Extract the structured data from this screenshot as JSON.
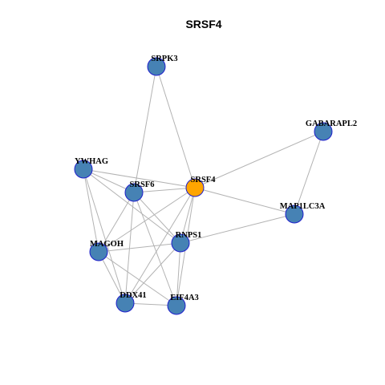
{
  "title": "SRSF4",
  "colors": {
    "node_fill": "#4682b4",
    "focus_fill": "#ffa500",
    "node_stroke": "#1f1fcc",
    "edge": "#b3b3b3"
  },
  "nodes": [
    {
      "id": "SRPK3",
      "label": "SRPK3",
      "focus": false
    },
    {
      "id": "GABARAPL2",
      "label": "GABARAPL2",
      "focus": false
    },
    {
      "id": "YWHAG",
      "label": "YWHAG",
      "focus": false
    },
    {
      "id": "SRSF4",
      "label": "SRSF4",
      "focus": true
    },
    {
      "id": "SRSF6",
      "label": "SRSF6",
      "focus": false
    },
    {
      "id": "MAP1LC3A",
      "label": "MAP1LC3A",
      "focus": false
    },
    {
      "id": "RNPS1",
      "label": "RNPS1",
      "focus": false
    },
    {
      "id": "MAGOH",
      "label": "MAGOH",
      "focus": false
    },
    {
      "id": "DDX41",
      "label": "DDX41",
      "focus": false
    },
    {
      "id": "EIF4A3",
      "label": "EIF4A3",
      "focus": false
    }
  ],
  "edges": [
    [
      "SRPK3",
      "SRSF4"
    ],
    [
      "SRPK3",
      "SRSF6"
    ],
    [
      "GABARAPL2",
      "SRSF4"
    ],
    [
      "GABARAPL2",
      "MAP1LC3A"
    ],
    [
      "YWHAG",
      "SRSF4"
    ],
    [
      "YWHAG",
      "SRSF6"
    ],
    [
      "YWHAG",
      "MAGOH"
    ],
    [
      "YWHAG",
      "RNPS1"
    ],
    [
      "YWHAG",
      "DDX41"
    ],
    [
      "SRSF4",
      "SRSF6"
    ],
    [
      "SRSF4",
      "MAP1LC3A"
    ],
    [
      "SRSF4",
      "RNPS1"
    ],
    [
      "SRSF4",
      "MAGOH"
    ],
    [
      "SRSF4",
      "DDX41"
    ],
    [
      "SRSF4",
      "EIF4A3"
    ],
    [
      "SRSF6",
      "MAGOH"
    ],
    [
      "SRSF6",
      "DDX41"
    ],
    [
      "SRSF6",
      "EIF4A3"
    ],
    [
      "SRSF6",
      "RNPS1"
    ],
    [
      "RNPS1",
      "MAP1LC3A"
    ],
    [
      "RNPS1",
      "MAGOH"
    ],
    [
      "RNPS1",
      "DDX41"
    ],
    [
      "RNPS1",
      "EIF4A3"
    ],
    [
      "MAGOH",
      "DDX41"
    ],
    [
      "MAGOH",
      "EIF4A3"
    ],
    [
      "DDX41",
      "EIF4A3"
    ]
  ]
}
